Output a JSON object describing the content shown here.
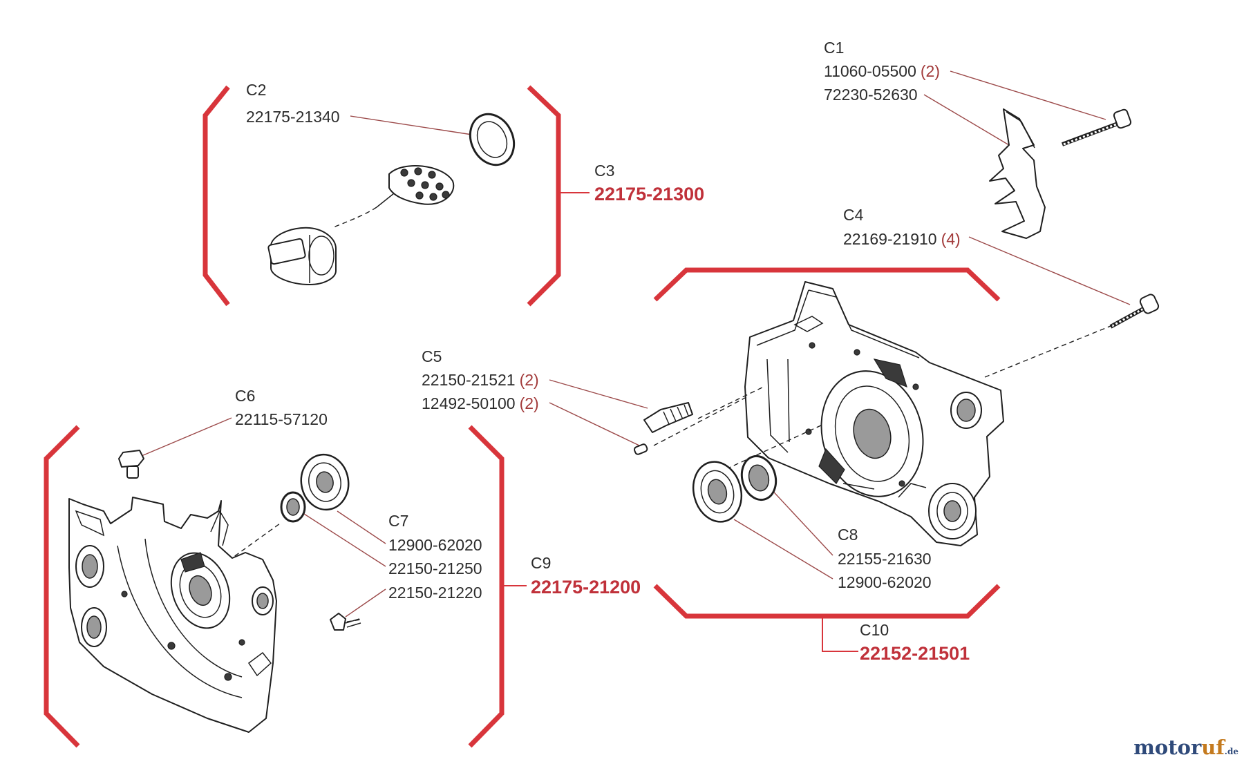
{
  "diagram": {
    "callouts": {
      "c1": {
        "ref": "C1",
        "part1": "11060-05500",
        "qty1": "(2)",
        "part2": "72230-52630"
      },
      "c2": {
        "ref": "C2",
        "part1": "22175-21340"
      },
      "c3": {
        "ref": "C3",
        "assembly": "22175-21300"
      },
      "c4": {
        "ref": "C4",
        "part1": "22169-21910",
        "qty1": "(4)"
      },
      "c5": {
        "ref": "C5",
        "part1": "22150-21521",
        "qty1": "(2)",
        "part2": "12492-50100",
        "qty2": "(2)"
      },
      "c6": {
        "ref": "C6",
        "part1": "22115-57120"
      },
      "c7": {
        "ref": "C7",
        "part1": "12900-62020",
        "part2": "22150-21250",
        "part3": "22150-21220"
      },
      "c8": {
        "ref": "C8",
        "part1": "22155-21630",
        "part2": "12900-62020"
      },
      "c9": {
        "ref": "C9",
        "assembly": "22175-21200"
      },
      "c10": {
        "ref": "C10",
        "assembly": "22152-21501"
      }
    },
    "colors": {
      "bracket": "#d8353b",
      "assembly_text": "#c0313a",
      "quantity_text": "#a23a3a",
      "leader": "#9c4a4a"
    },
    "parts": [
      "bolt-icon",
      "chain-catcher-icon",
      "oil-seal-icon",
      "strainer-filter-icon",
      "filler-cap-icon",
      "crankcase-left-icon",
      "crankcase-right-icon",
      "ball-bearing-icon",
      "dowel-pin-icon",
      "screw-icon",
      "plug-icon"
    ]
  },
  "watermark": {
    "part1": "motor",
    "part2": "uf",
    "part3": ".de"
  }
}
